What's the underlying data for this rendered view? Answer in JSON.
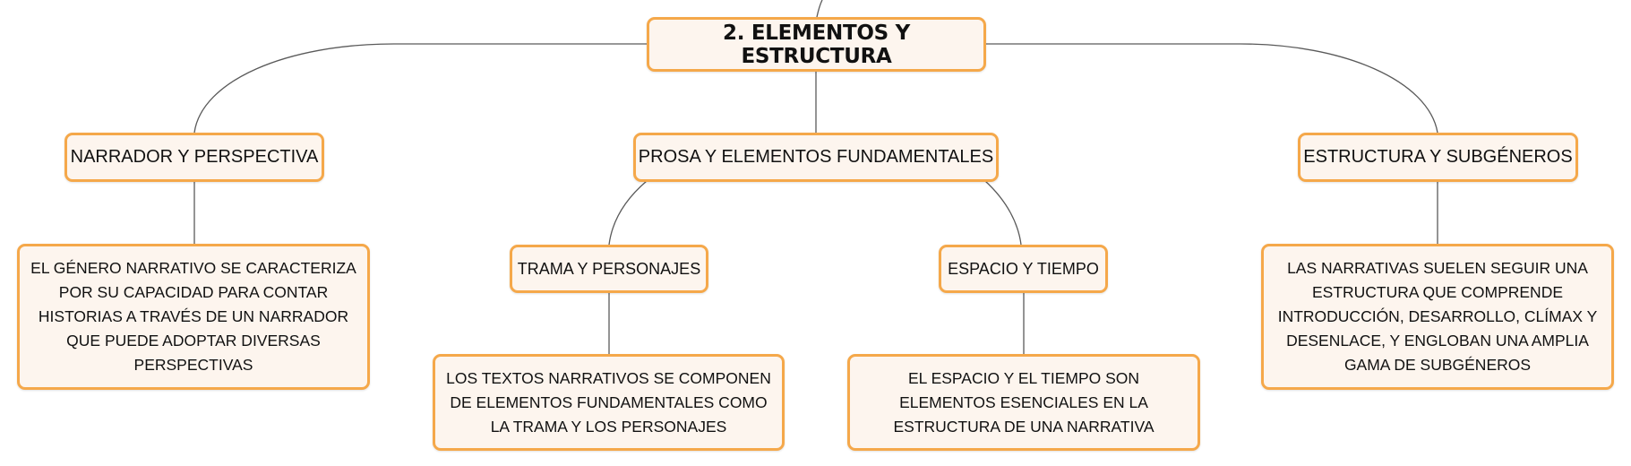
{
  "colors": {
    "node_border": "#f5a84a",
    "node_fill": "#fdf5ee",
    "connector": "#5a5a5a"
  },
  "root": {
    "label": "2. ELEMENTOS Y ESTRUCTURA"
  },
  "branches": {
    "narrador": {
      "label": "NARRADOR Y PERSPECTIVA",
      "detail": "EL GÉNERO NARRATIVO SE CARACTERIZA POR SU CAPACIDAD PARA CONTAR HISTORIAS A TRAVÉS DE UN NARRADOR QUE PUEDE ADOPTAR DIVERSAS PERSPECTIVAS"
    },
    "prosa": {
      "label": "PROSA Y ELEMENTOS FUNDAMENTALES",
      "children": {
        "trama": {
          "label": "TRAMA Y PERSONAJES",
          "detail": "LOS TEXTOS NARRATIVOS SE COMPONEN DE ELEMENTOS FUNDAMENTALES COMO LA TRAMA Y LOS PERSONAJES"
        },
        "espacio": {
          "label": "ESPACIO Y TIEMPO",
          "detail": "EL ESPACIO Y EL TIEMPO SON ELEMENTOS ESENCIALES EN LA ESTRUCTURA DE UNA NARRATIVA"
        }
      }
    },
    "estructura": {
      "label": "ESTRUCTURA Y SUBGÉNEROS",
      "detail": "LAS NARRATIVAS SUELEN SEGUIR UNA ESTRUCTURA QUE COMPRENDE INTRODUCCIÓN, DESARROLLO, CLÍMAX Y DESENLACE, Y ENGLOBAN UNA AMPLIA GAMA DE SUBGÉNEROS"
    }
  }
}
